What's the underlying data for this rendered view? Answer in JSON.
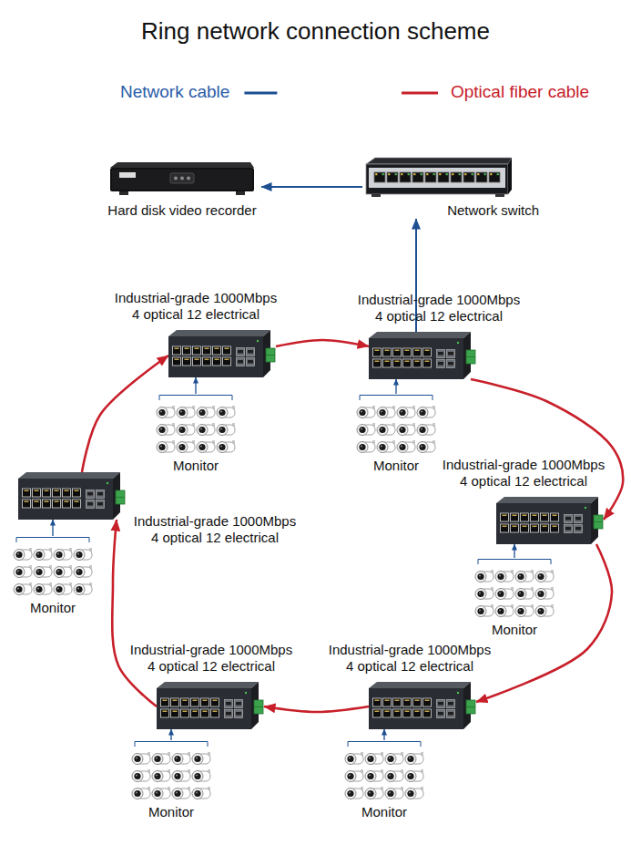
{
  "diagram": {
    "title": "Ring network connection scheme",
    "nodes": [
      {
        "text": [
          "Hard disk video recorder"
        ]
      },
      {
        "text": [
          "Network switch"
        ]
      },
      {
        "text": [
          "Industrial-grade 1000Mbps 4 optical 12 electrical"
        ]
      },
      {
        "text": [
          "Industrial-grade 1000Mbps 4 optical 12 electrical"
        ]
      },
      {
        "text": [
          "Monitor"
        ]
      },
      {
        "text": [
          "Monitor"
        ]
      },
      {
        "text": [
          "Industrial-grade 1000Mbps 4 optical 12 electrical"
        ]
      },
      {
        "text": [
          "Industrial-grade 1000Mbps 4 optical 12 electrical"
        ]
      },
      {
        "text": [
          "Monitor"
        ]
      },
      {
        "text": [
          "Monitor"
        ]
      },
      {
        "text": [
          "Industrial-grade 1000Mbps 4 optical 12 electrical"
        ]
      },
      {
        "text": [
          "Industrial-grade 1000Mbps 4 optical 12 electrical"
        ]
      },
      {
        "text": [
          "Monitor"
        ]
      },
      {
        "text": [
          "Monitor"
        ]
      }
    ],
    "edges": [
      {
        "from": 1,
        "to": 0,
        "arrow": "to"
      },
      {
        "from": 3,
        "to": 1,
        "arrow": "to"
      },
      {
        "from": 2,
        "to": 3,
        "arrow": "to"
      },
      {
        "from": 3,
        "to": 6,
        "arrow": "to"
      },
      {
        "from": 6,
        "to": 11,
        "arrow": "to"
      },
      {
        "from": 11,
        "to": 10,
        "arrow": "to"
      },
      {
        "from": 10,
        "to": 7,
        "arrow": "to"
      },
      {
        "from": 7,
        "to": 2,
        "arrow": "to"
      },
      {
        "from": 4,
        "to": 2,
        "arrow": "to"
      },
      {
        "from": 5,
        "to": 3,
        "arrow": "to"
      },
      {
        "from": 8,
        "to": 7,
        "arrow": "to"
      },
      {
        "from": 9,
        "to": 6,
        "arrow": "to"
      },
      {
        "from": 12,
        "to": 10,
        "arrow": "to"
      },
      {
        "from": 13,
        "to": 11,
        "arrow": "to"
      }
    ],
    "legend": [
      {
        "text": "Network cable"
      },
      {
        "text": "Optical fiber cable"
      }
    ]
  }
}
